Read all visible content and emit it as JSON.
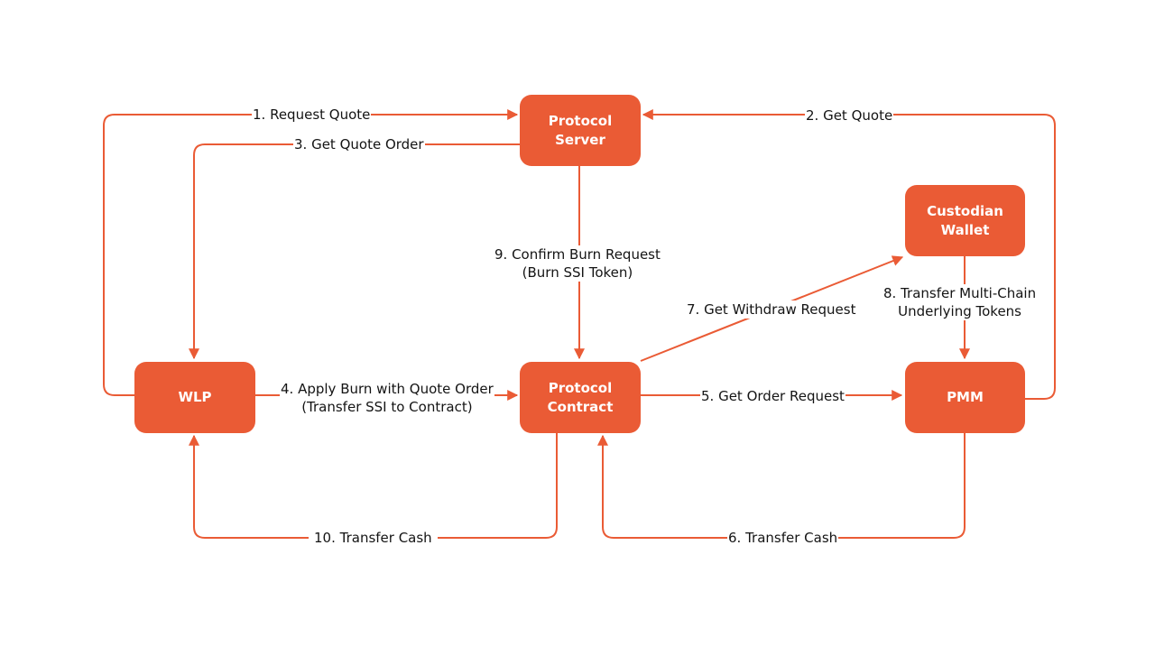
{
  "colors": {
    "node_fill": "#ea5b35",
    "edge": "#ea5b35",
    "text": "#141414"
  },
  "nodes": {
    "protocol_server": "Protocol\nServer",
    "custodian_wallet": "Custodian\nWallet",
    "wlp": "WLP",
    "protocol_contract": "Protocol\nContract",
    "pmm": "PMM"
  },
  "edges": {
    "e1": "1. Request Quote",
    "e2": "2. Get Quote",
    "e3": "3. Get Quote Order",
    "e4": "4. Apply Burn with Quote Order\n(Transfer SSI to Contract)",
    "e5": "5. Get Order Request",
    "e6": "6. Transfer Cash",
    "e7": "7. Get Withdraw Request",
    "e8": "8. Transfer Multi-Chain\nUnderlying Tokens",
    "e9": "9. Confirm Burn Request\n(Burn SSI Token)",
    "e10": "10. Transfer Cash"
  }
}
